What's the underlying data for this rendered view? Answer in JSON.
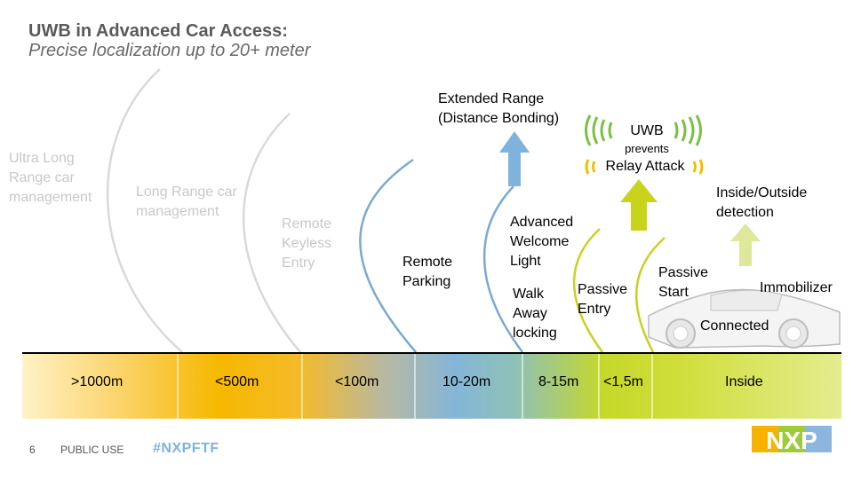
{
  "header": {
    "title": "UWB in Advanced Car Access:",
    "subtitle": "Precise localization up to 20+ meter"
  },
  "zones": [
    {
      "label": "Ultra Long Range car management"
    },
    {
      "label": "Long Range car management"
    },
    {
      "label": "Remote Keyless Entry"
    },
    {
      "label": "Remote Parking"
    },
    {
      "label": "Advanced Welcome Light"
    },
    {
      "label": "Walk Away locking"
    },
    {
      "label": "Passive Entry"
    },
    {
      "label": "Passive Start"
    },
    {
      "label": "Immobilizer"
    },
    {
      "label": "Connected"
    }
  ],
  "callouts": {
    "extended_range": "Extended Range (Distance Bonding)",
    "uwb": "UWB",
    "prevents": "prevents",
    "relay_attack": "Relay Attack",
    "inside_outside": "Inside/Outside detection"
  },
  "ranges": [
    ">1000m",
    "<500m",
    "<100m",
    "10-20m",
    "8-15m",
    "<1,5m",
    "Inside"
  ],
  "footer": {
    "page_number": "6",
    "classification": "PUBLIC USE",
    "hashtag": "#NXPFTF",
    "logo_text": "NXP"
  },
  "colors": {
    "faded_arc": "#d9d9d9",
    "blue_arc": "#7aa9d3",
    "green_arc": "#c6d21e",
    "blue_arrow": "#7fb3dc",
    "green_arrow": "#c8d41c"
  }
}
